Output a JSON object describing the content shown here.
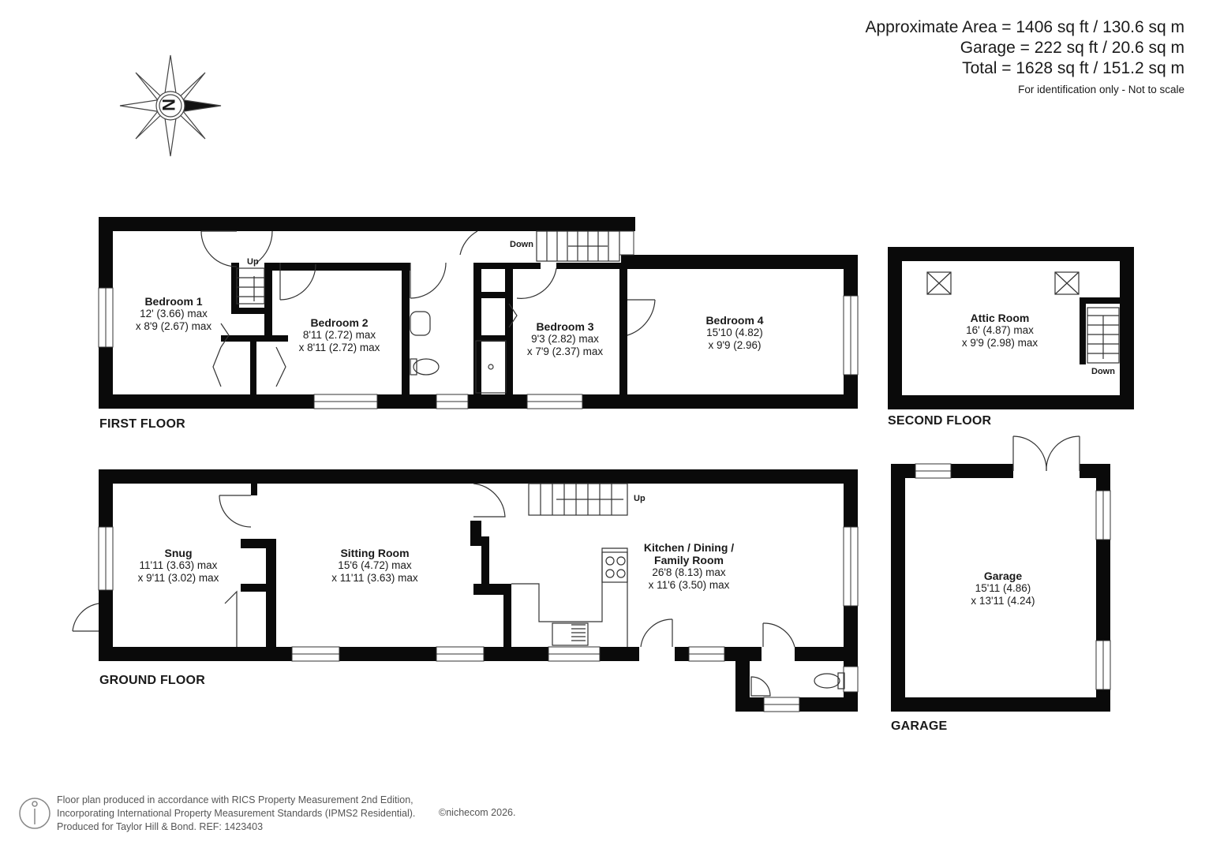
{
  "header": {
    "area_line": "Approximate Area = 1406 sq ft / 130.6 sq m",
    "garage_line": "Garage = 222 sq ft / 20.6 sq m",
    "total_line": "Total = 1628 sq ft / 151.2 sq m",
    "note": "For identification only - Not to scale"
  },
  "compass": {
    "letter": "N",
    "icon": "compass-rose-icon"
  },
  "floors": {
    "first": "FIRST FLOOR",
    "second": "SECOND FLOOR",
    "ground": "GROUND FLOOR",
    "garage": "GARAGE"
  },
  "rooms": {
    "bedroom1": {
      "name": "Bedroom 1",
      "dim1": "12' (3.66) max",
      "dim2": "x 8'9 (2.67) max"
    },
    "bedroom2": {
      "name": "Bedroom 2",
      "dim1": "8'11 (2.72) max",
      "dim2": "x 8'11 (2.72) max"
    },
    "bedroom3": {
      "name": "Bedroom 3",
      "dim1": "9'3 (2.82) max",
      "dim2": "x 7'9 (2.37) max"
    },
    "bedroom4": {
      "name": "Bedroom 4",
      "dim1": "15'10 (4.82)",
      "dim2": "x 9'9 (2.96)"
    },
    "attic": {
      "name": "Attic Room",
      "dim1": "16' (4.87) max",
      "dim2": "x 9'9 (2.98) max"
    },
    "snug": {
      "name": "Snug",
      "dim1": "11'11 (3.63) max",
      "dim2": "x 9'11 (3.02) max"
    },
    "sitting": {
      "name": "Sitting Room",
      "dim1": "15'6 (4.72) max",
      "dim2": "x 11'11 (3.63) max"
    },
    "kitchen": {
      "name1": "Kitchen / Dining /",
      "name2": "Family Room",
      "dim1": "26'8 (8.13) max",
      "dim2": "x 11'6 (3.50) max"
    },
    "garage": {
      "name": "Garage",
      "dim1": "15'11 (4.86)",
      "dim2": "x 13'11 (4.24)"
    }
  },
  "stair_labels": {
    "first_up": "Up",
    "first_down": "Down",
    "attic_down": "Down",
    "ground_up": "Up"
  },
  "footer": {
    "line1": "Floor plan produced in accordance with RICS Property Measurement 2nd Edition,",
    "line2": "Incorporating International Property Measurement Standards (IPMS2 Residential).",
    "line3": "Produced for Taylor Hill & Bond.   REF:  1423403",
    "brand": "©nichecom 2026."
  },
  "colors": {
    "wall": "#0a0a0a",
    "line": "#333333",
    "text": "#1a1a1a",
    "footer_text": "#555555"
  }
}
